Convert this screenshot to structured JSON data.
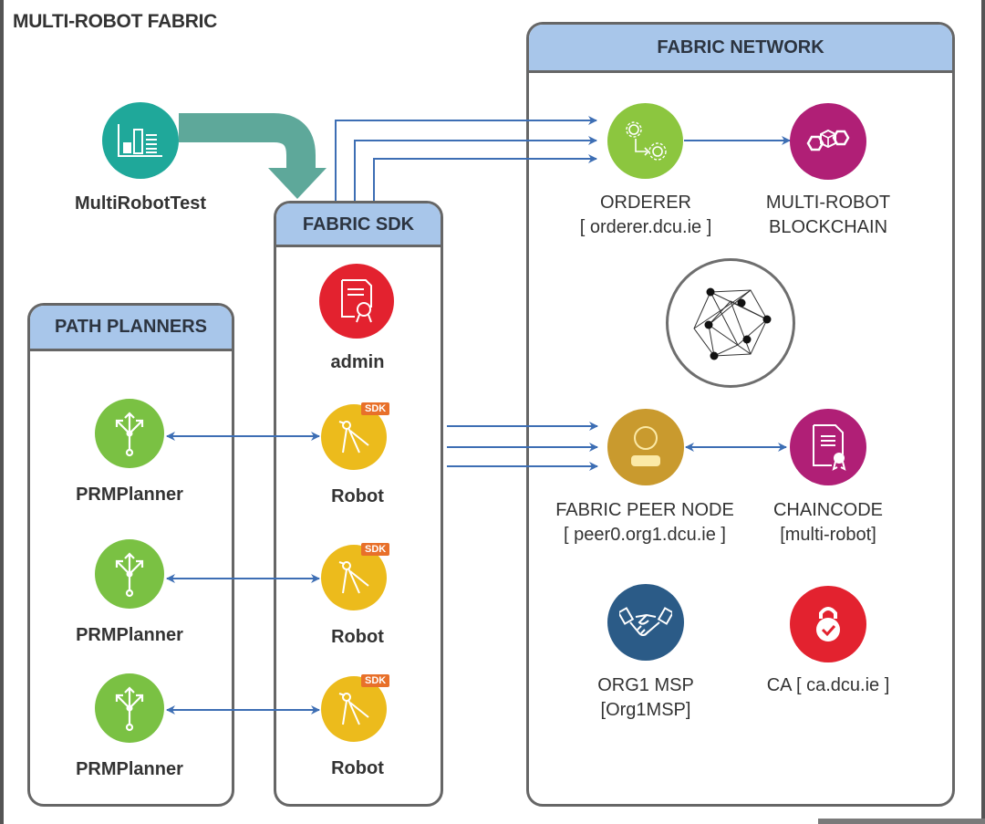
{
  "title": "MULTI-ROBOT FABRIC",
  "panels": {
    "path_planners": {
      "header": "PATH PLANNERS"
    },
    "fabric_sdk": {
      "header": "FABRIC SDK"
    },
    "fabric_network": {
      "header": "FABRIC NETWORK"
    }
  },
  "test_client": {
    "label": "MultiRobotTest",
    "icon": "bar-chart-icon",
    "color": "#1fa89a"
  },
  "sdk": {
    "admin": {
      "label": "admin",
      "icon": "certificate-icon",
      "color": "#e3222f"
    },
    "robots": [
      {
        "label": "Robot",
        "badge": "SDK",
        "icon": "compass-icon",
        "color": "#ecbb1c"
      },
      {
        "label": "Robot",
        "badge": "SDK",
        "icon": "compass-icon",
        "color": "#ecbb1c"
      },
      {
        "label": "Robot",
        "badge": "SDK",
        "icon": "compass-icon",
        "color": "#ecbb1c"
      }
    ]
  },
  "planners": [
    {
      "label": "PRMPlanner",
      "icon": "branching-arrows-icon",
      "color": "#7ac143"
    },
    {
      "label": "PRMPlanner",
      "icon": "branching-arrows-icon",
      "color": "#7ac143"
    },
    {
      "label": "PRMPlanner",
      "icon": "branching-arrows-icon",
      "color": "#7ac143"
    }
  ],
  "network": {
    "orderer": {
      "line1": "ORDERER",
      "line2": "[ orderer.dcu.ie ]",
      "icon": "gears-icon",
      "color": "#8cc63f"
    },
    "blockchain": {
      "line1": "MULTI-ROBOT",
      "line2": "BLOCKCHAIN",
      "icon": "blockchain-icon",
      "color": "#b01f76"
    },
    "hyperledger": {
      "icon": "hyperledger-network-icon"
    },
    "peer": {
      "line1": "FABRIC PEER NODE",
      "line2": "[ peer0.org1.dcu.ie ]",
      "icon": "user-icon",
      "color": "#c99a2e"
    },
    "chaincode": {
      "line1": "CHAINCODE",
      "line2": "[multi-robot]",
      "icon": "document-certificate-icon",
      "color": "#b01f76"
    },
    "msp": {
      "line1": "ORG1 MSP",
      "line2": "[Org1MSP]",
      "icon": "handshake-icon",
      "color": "#2b5b87"
    },
    "ca": {
      "line1": "CA [ ca.dcu.ie ]",
      "icon": "padlock-check-icon",
      "color": "#e3222f"
    }
  },
  "colors": {
    "panel_header": "#a8c6ea",
    "connector": "#3d6eb4",
    "big_arrow": "#5ea89a"
  }
}
